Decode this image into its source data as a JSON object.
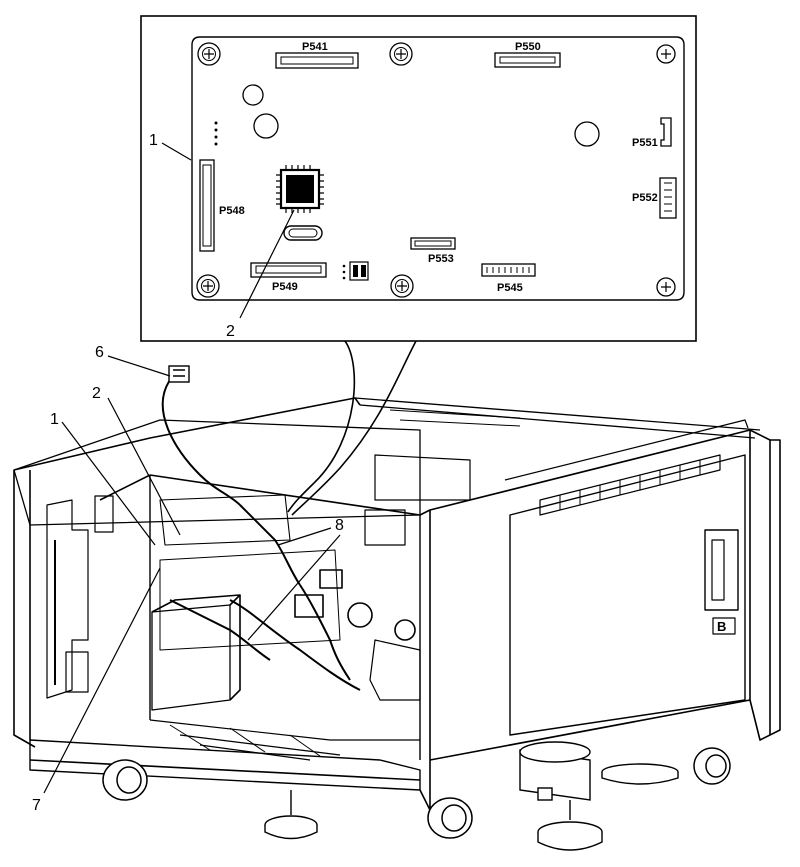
{
  "board": {
    "connectors": {
      "p541": "P541",
      "p550": "P550",
      "p551": "P551",
      "p552": "P552",
      "p548": "P548",
      "p553": "P553",
      "p549": "P549",
      "p545": "P545"
    }
  },
  "callouts": {
    "c1_inset": "1",
    "c2_inset": "2",
    "c6": "6",
    "c2": "2",
    "c1": "1",
    "c8": "8",
    "c7": "7"
  },
  "unit": {
    "side_label": "B"
  }
}
